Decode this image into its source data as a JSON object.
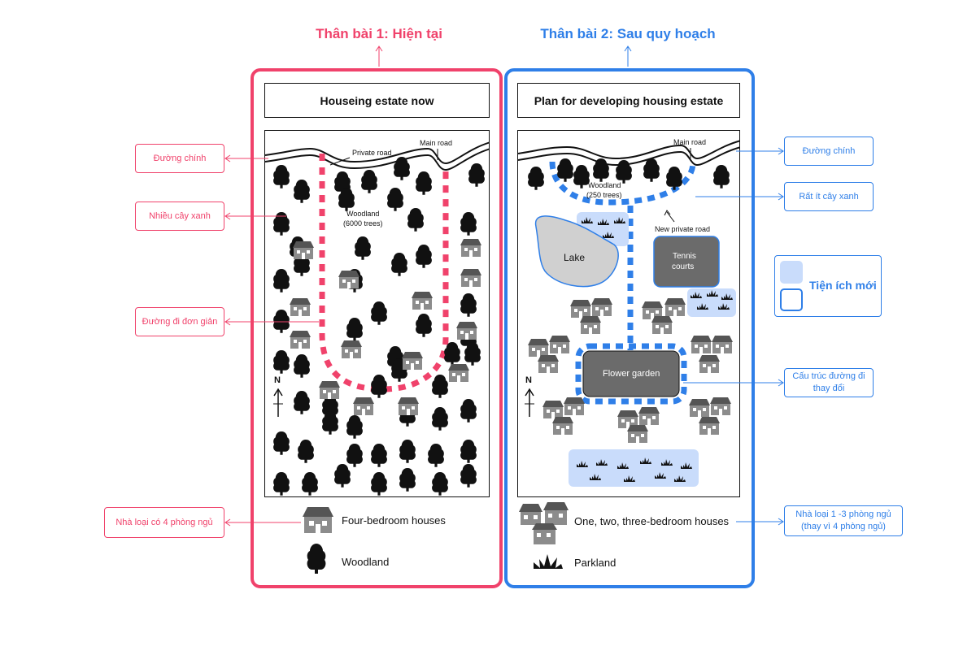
{
  "headings": {
    "left": "Thân bài 1: Hiện tại",
    "right": "Thân bài 2: Sau quy hoạch"
  },
  "left_map": {
    "title": "Houseing estate now",
    "labels": {
      "main_road": "Main road",
      "private_road": "Private road",
      "woodland_line1": "Woodland",
      "woodland_line2": "(6000 trees)",
      "north": "N"
    },
    "legend": {
      "houses": "Four-bedroom houses",
      "woodland": "Woodland"
    }
  },
  "right_map": {
    "title": "Plan for developing housing estate",
    "labels": {
      "main_road": "Main road",
      "woodland_line1": "Woodland",
      "woodland_line2": "(250 trees)",
      "new_private_road": "New private road",
      "lake": "Lake",
      "tennis_line1": "Tennis",
      "tennis_line2": "courts",
      "flower_garden": "Flower garden",
      "north": "N"
    },
    "legend": {
      "houses": "One, two, three-bedroom houses",
      "parkland": "Parkland"
    }
  },
  "callouts_left": {
    "main_road": "Đường chính",
    "trees": "Nhiều cây xanh",
    "road": "Đường đi đơn giản",
    "houses": "Nhà loại có 4 phòng ngủ"
  },
  "callouts_right": {
    "main_road": "Đường chính",
    "trees": "Rất ít cây xanh",
    "road_line1": "Cấu trúc đường đi",
    "road_line2": "thay đổi",
    "houses_line1": "Nhà loại 1 -3 phòng ngủ",
    "houses_line2": "(thay vì 4 phòng ngủ)"
  },
  "new_amenities": "Tiện ích mới",
  "colors": {
    "red": "#f0426b",
    "blue": "#2f7fe8",
    "light_blue": "#c9dcfb",
    "house_gray": "#8c8c8c",
    "dark_gray": "#666666"
  }
}
